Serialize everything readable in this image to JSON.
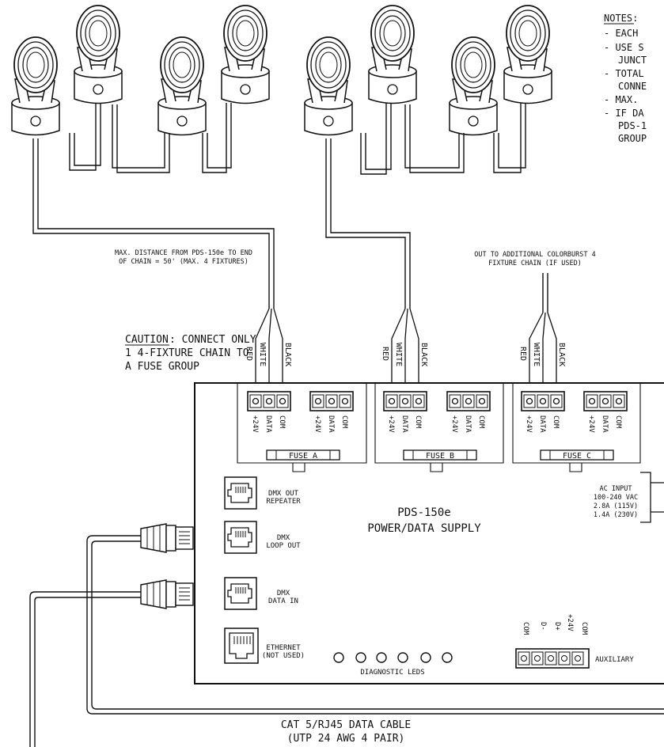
{
  "notes": {
    "heading": "NOTES:",
    "lines": [
      "- EACH",
      "- USE S",
      "JUNCT",
      "- TOTAL",
      "CONNE",
      "- MAX.",
      "- IF DA",
      "PDS-1",
      "GROUP"
    ]
  },
  "left_chain_note": [
    "MAX. DISTANCE FROM PDS-150e TO END",
    "OF CHAIN = 50' (MAX. 4 FIXTURES)"
  ],
  "right_chain_note": [
    "OUT TO ADDITIONAL COLORBURST 4",
    "FIXTURE CHAIN (IF USED)"
  ],
  "caution": {
    "label": "CAUTION",
    "lines": [
      ": CONNECT ONLY",
      "1 4-FIXTURE CHAIN TO",
      "A FUSE GROUP"
    ]
  },
  "wire_colors": [
    "RED",
    "WHITE",
    "BLACK"
  ],
  "terminal_labels": [
    "+24V",
    "DATA",
    "COM"
  ],
  "fuses": [
    "FUSE A",
    "FUSE B",
    "FUSE C"
  ],
  "device": {
    "model": "PDS-150e",
    "name": "POWER/DATA SUPPLY"
  },
  "ports": [
    {
      "lines": [
        "DMX OUT",
        "REPEATER"
      ]
    },
    {
      "lines": [
        "DMX",
        "LOOP OUT"
      ]
    },
    {
      "lines": [
        "DMX",
        "DATA IN"
      ]
    },
    {
      "lines": [
        "ETHERNET",
        "(NOT USED)"
      ]
    }
  ],
  "diagnostic_leds": "DIAGNOSTIC LEDS",
  "ac_input": [
    "AC INPUT",
    "100-240 VAC",
    "2.8A (115V)",
    "1.4A (230V)"
  ],
  "auxiliary": {
    "label": "AUXILIARY",
    "terminals": [
      "COM",
      "D-",
      "D+",
      "+24V",
      "COM"
    ]
  },
  "cable_label": [
    "CAT 5/RJ45 DATA CABLE",
    "(UTP 24 AWG 4 PAIR)"
  ]
}
